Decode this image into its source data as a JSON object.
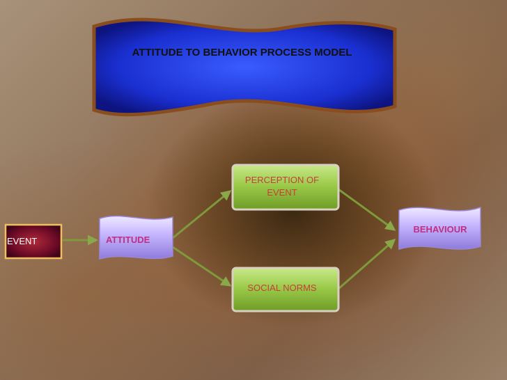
{
  "title": "ATTITUDE TO BEHAVIOR PROCESS MODEL",
  "nodes": {
    "event": "EVENT",
    "attitude": "ATTITUDE",
    "perception": "PERCEPTION OF EVENT",
    "social_norms": "SOCIAL NORMS",
    "behaviour": "BEHAVIOUR"
  },
  "colors": {
    "title_fill": "#1a2fd0",
    "title_border": "#8a4e1e",
    "event_fill": "#7a0a2a",
    "green_box": "#9ccb4a",
    "banner_fill": "#c8b8ff",
    "arrow": "#7e9a3a"
  }
}
